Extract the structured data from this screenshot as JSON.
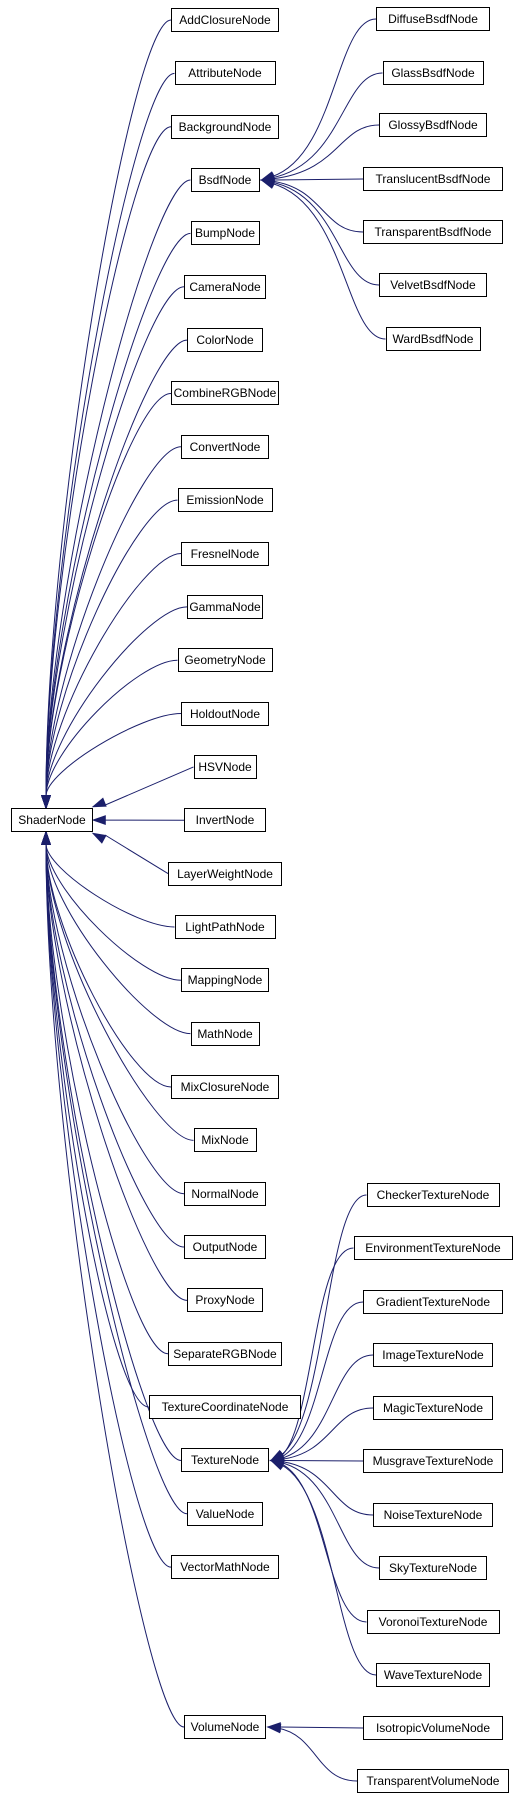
{
  "root": {
    "label": "ShaderNode"
  },
  "shader_children": [
    "AddClosureNode",
    "AttributeNode",
    "BackgroundNode",
    "BsdfNode",
    "BumpNode",
    "CameraNode",
    "ColorNode",
    "CombineRGBNode",
    "ConvertNode",
    "EmissionNode",
    "FresnelNode",
    "GammaNode",
    "GeometryNode",
    "HoldoutNode",
    "HSVNode",
    "InvertNode",
    "LayerWeightNode",
    "LightPathNode",
    "MappingNode",
    "MathNode",
    "MixClosureNode",
    "MixNode",
    "NormalNode",
    "OutputNode",
    "ProxyNode",
    "SeparateRGBNode",
    "TextureCoordinateNode",
    "TextureNode",
    "ValueNode",
    "VectorMathNode",
    "VolumeNode"
  ],
  "bsdf_children": [
    "DiffuseBsdfNode",
    "GlassBsdfNode",
    "GlossyBsdfNode",
    "TranslucentBsdfNode",
    "TransparentBsdfNode",
    "VelvetBsdfNode",
    "WardBsdfNode"
  ],
  "texture_children": [
    "CheckerTextureNode",
    "EnvironmentTextureNode",
    "GradientTextureNode",
    "ImageTextureNode",
    "MagicTextureNode",
    "MusgraveTextureNode",
    "NoiseTextureNode",
    "SkyTextureNode",
    "VoronoiTextureNode",
    "WaveTextureNode"
  ],
  "volume_children": [
    "IsotropicVolumeNode",
    "TransparentVolumeNode"
  ],
  "colors": {
    "edge": "#1b1f6b",
    "box_border": "#000000",
    "background": "#ffffff"
  }
}
